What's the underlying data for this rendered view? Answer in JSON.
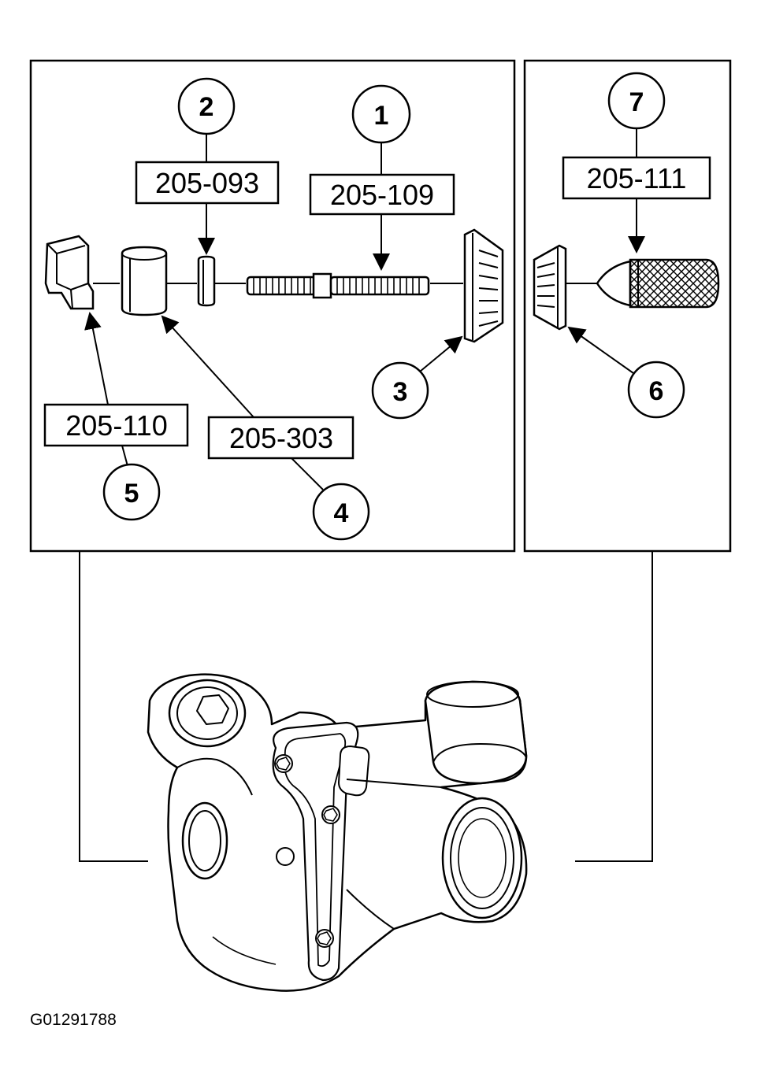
{
  "callouts": [
    {
      "number": "1",
      "tool": "205-109"
    },
    {
      "number": "2",
      "tool": "205-093"
    },
    {
      "number": "3",
      "tool": ""
    },
    {
      "number": "4",
      "tool": "205-303"
    },
    {
      "number": "5",
      "tool": "205-110"
    },
    {
      "number": "6",
      "tool": ""
    },
    {
      "number": "7",
      "tool": "205-111"
    }
  ],
  "figure_id": "G01291788"
}
